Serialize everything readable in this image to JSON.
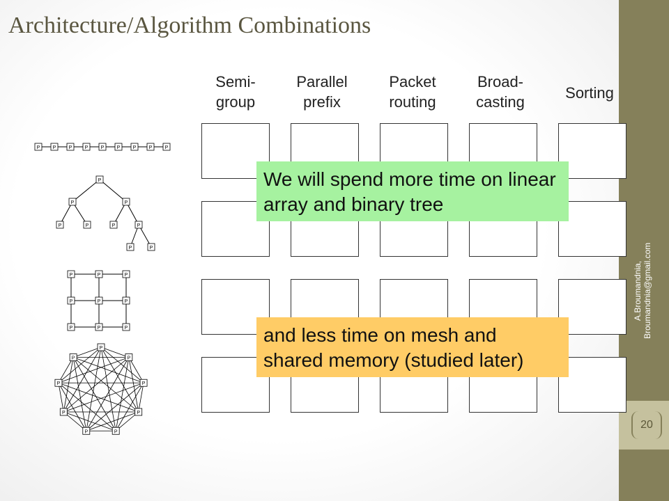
{
  "slide": {
    "title": "Architecture/Algorithm Combinations",
    "columns": [
      "Semi-\ngroup",
      "Parallel\nprefix",
      "Packet\nrouting",
      "Broad-\ncasting",
      "Sorting"
    ],
    "callout_top": "We will spend more time on linear array and binary tree",
    "callout_bottom": "and less time on mesh and shared memory (studied later)",
    "processor_label": "P",
    "colors": {
      "callout_top": "#a6f2a0",
      "callout_bottom": "#ffcc66",
      "sidebar": "#85805a"
    }
  },
  "sidebar": {
    "author": "A.Broumandnia, Broumandnia@gmail.com",
    "page_number": "20"
  },
  "rows": [
    "linear-array",
    "binary-tree",
    "mesh",
    "shared-memory"
  ]
}
